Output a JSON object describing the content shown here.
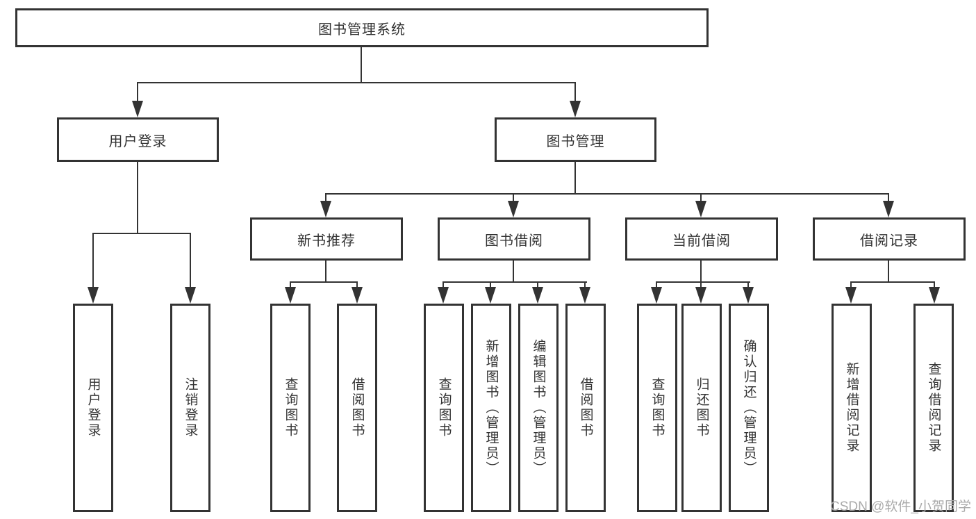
{
  "diagram": {
    "title": "图书管理系统",
    "root": {
      "label": "图书管理系统"
    },
    "level2": [
      {
        "label": "用户登录"
      },
      {
        "label": "图书管理"
      }
    ],
    "level3": [
      {
        "label": "新书推荐"
      },
      {
        "label": "图书借阅"
      },
      {
        "label": "当前借阅"
      },
      {
        "label": "借阅记录"
      }
    ],
    "leaves": {
      "login": [
        {
          "label": "用户登录"
        },
        {
          "label": "注销登录"
        }
      ],
      "recommend": [
        {
          "label": "查询图书"
        },
        {
          "label": "借阅图书"
        }
      ],
      "borrow": [
        {
          "label": "查询图书"
        },
        {
          "label": "新增图书（管理员）"
        },
        {
          "label": "编辑图书（管理员）"
        },
        {
          "label": "借阅图书"
        }
      ],
      "current": [
        {
          "label": "查询图书"
        },
        {
          "label": "归还图书"
        },
        {
          "label": "确认归还（管理员）"
        }
      ],
      "records": [
        {
          "label": "新增借阅记录"
        },
        {
          "label": "查询借阅记录"
        }
      ]
    }
  },
  "watermark": {
    "text": "CSDN @软件_小贺同学"
  },
  "colors": {
    "line": "#333333",
    "box_border": "#333333",
    "text": "#333333",
    "watermark": "#aaaaaa",
    "background": "#ffffff"
  }
}
